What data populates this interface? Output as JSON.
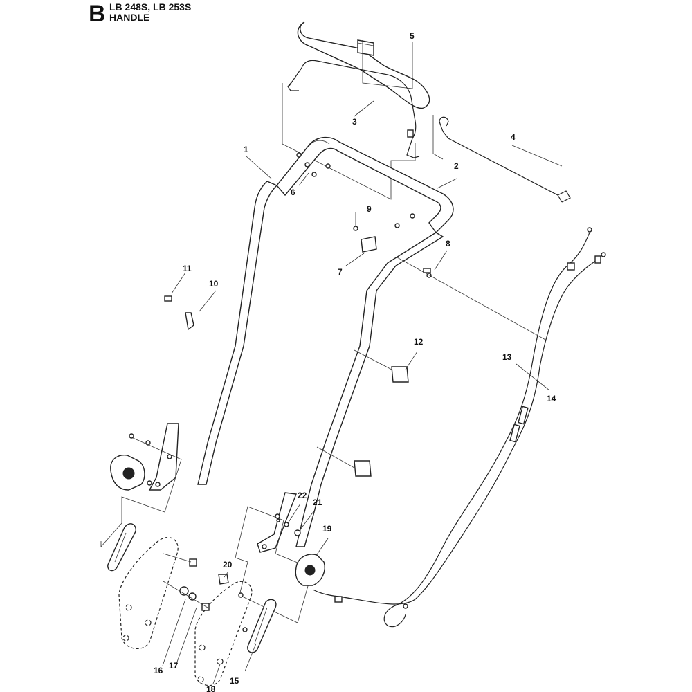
{
  "header": {
    "section_letter": "B",
    "title_line1": "LB 248S, LB 253S",
    "title_line2": "HANDLE"
  },
  "callouts": [
    {
      "id": "c1",
      "label": "1"
    },
    {
      "id": "c2",
      "label": "2"
    },
    {
      "id": "c3",
      "label": "3"
    },
    {
      "id": "c4",
      "label": "4"
    },
    {
      "id": "c5",
      "label": "5"
    },
    {
      "id": "c6",
      "label": "6"
    },
    {
      "id": "c7",
      "label": "7"
    },
    {
      "id": "c8",
      "label": "8"
    },
    {
      "id": "c9",
      "label": "9"
    },
    {
      "id": "c10",
      "label": "10"
    },
    {
      "id": "c11",
      "label": "11"
    },
    {
      "id": "c12",
      "label": "12"
    },
    {
      "id": "c13",
      "label": "13"
    },
    {
      "id": "c14",
      "label": "14"
    },
    {
      "id": "c15",
      "label": "15"
    },
    {
      "id": "c16",
      "label": "16"
    },
    {
      "id": "c17",
      "label": "17"
    },
    {
      "id": "c18",
      "label": "18"
    },
    {
      "id": "c19",
      "label": "19"
    },
    {
      "id": "c20",
      "label": "20"
    },
    {
      "id": "c21",
      "label": "21"
    },
    {
      "id": "c22",
      "label": "22"
    }
  ]
}
